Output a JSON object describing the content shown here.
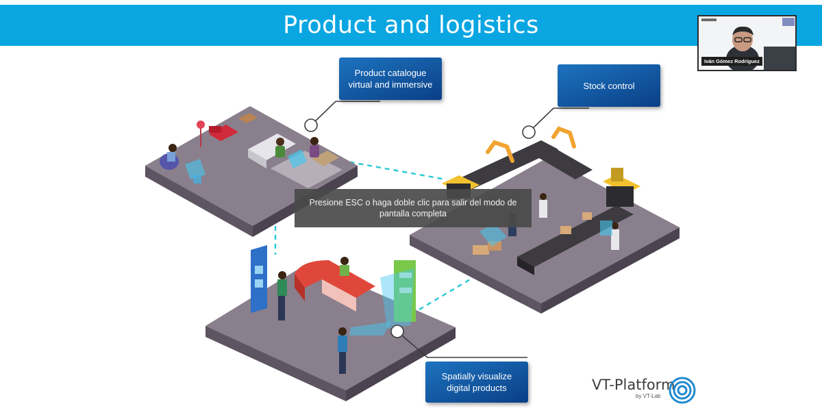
{
  "header": {
    "title": "Product and logistics"
  },
  "callouts": {
    "catalogue_line1": "Product catalogue",
    "catalogue_line2": "virtual and immersive",
    "stock": "Stock control",
    "spatial_line1": "Spatially visualize",
    "spatial_line2": "digital products"
  },
  "fullscreen_notice": {
    "text": "Presione ESC o haga doble clic para salir del modo de pantalla completa"
  },
  "webcam": {
    "participant_name": "Iván Gómez Rodríguez"
  },
  "logo": {
    "name": "VT-Platform",
    "byline": "by VT-Lab"
  },
  "colors": {
    "header": "#0aa6e2",
    "callout_top": "#1d73bf",
    "callout_bottom": "#0a3f86",
    "platform_top": "#8a7f8c",
    "platform_side": "#5e5562",
    "connector": "#2ec9d6"
  }
}
